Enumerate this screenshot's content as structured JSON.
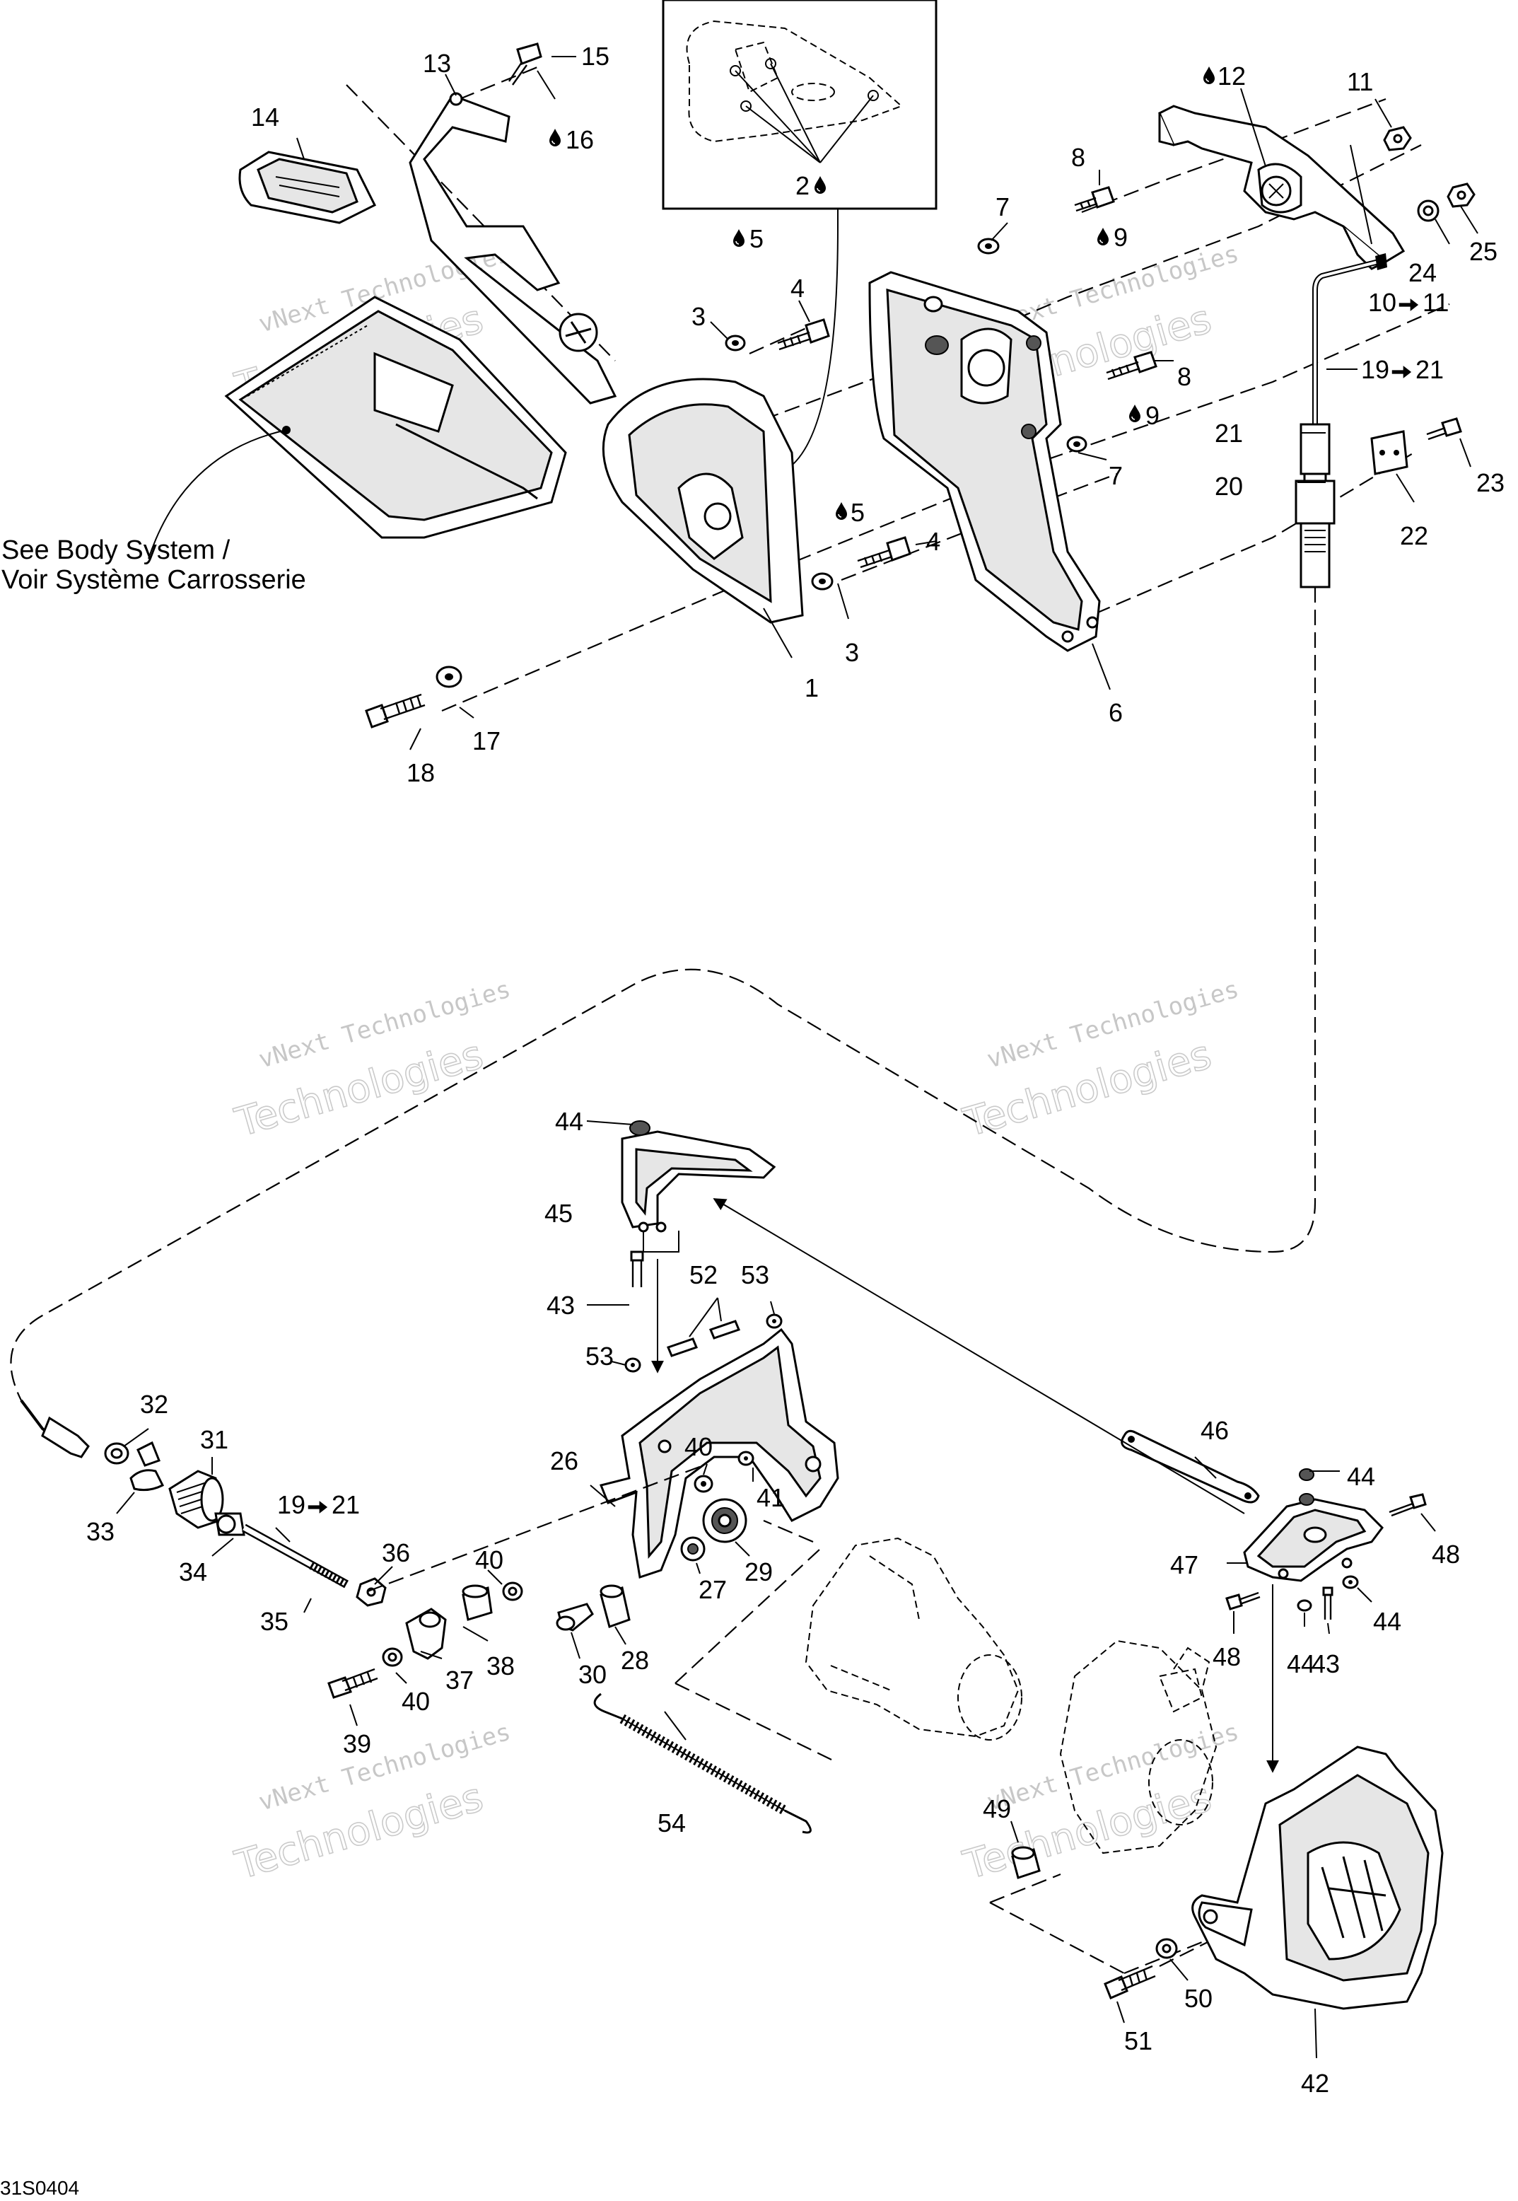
{
  "labels": {
    "l1": "1",
    "l2": "2",
    "l3a": "3",
    "l3b": "3",
    "l4a": "4",
    "l4b": "4",
    "l5a": "5",
    "l5b": "5",
    "l6": "6",
    "l7a": "7",
    "l7b": "7",
    "l8a": "8",
    "l8b": "8",
    "l9a": "9",
    "l9b": "9",
    "l10": "10",
    "l11a": "11",
    "l11b": "11",
    "l12": "12",
    "l13": "13",
    "l14": "14",
    "l15": "15",
    "l16": "16",
    "l17": "17",
    "l18": "18",
    "l19a": "19",
    "l21a": "21",
    "l20": "20",
    "l21b": "21",
    "l22": "22",
    "l23": "23",
    "l24": "24",
    "l25": "25",
    "l26": "26",
    "l27": "27",
    "l28": "28",
    "l29": "29",
    "l30": "30",
    "l31": "31",
    "l32": "32",
    "l33": "33",
    "l34": "34",
    "l35": "35",
    "l36": "36",
    "l37": "37",
    "l38": "38",
    "l39": "39",
    "l40a": "40",
    "l40b": "40",
    "l40c": "40",
    "l41": "41",
    "l42": "42",
    "l43a": "43",
    "l43b": "43",
    "l44a": "44",
    "l44b": "44",
    "l44c": "44",
    "l44d": "44",
    "l45": "45",
    "l46": "46",
    "l47": "47",
    "l48a": "48",
    "l48b": "48",
    "l49": "49",
    "l50": "50",
    "l51": "51",
    "l52": "52",
    "l53a": "53",
    "l53b": "53",
    "l54": "54",
    "l19b": "19",
    "l21c": "21"
  },
  "note": {
    "line1": "See Body System /",
    "line2": "Voir Système Carrosserie"
  },
  "watermark": {
    "brand": "vNext Technologies",
    "word": "Technologies"
  },
  "drawing_code": "31S0404",
  "icons": {
    "lubricant": "oil-drop-icon",
    "arrow": "right-arrow-icon"
  }
}
